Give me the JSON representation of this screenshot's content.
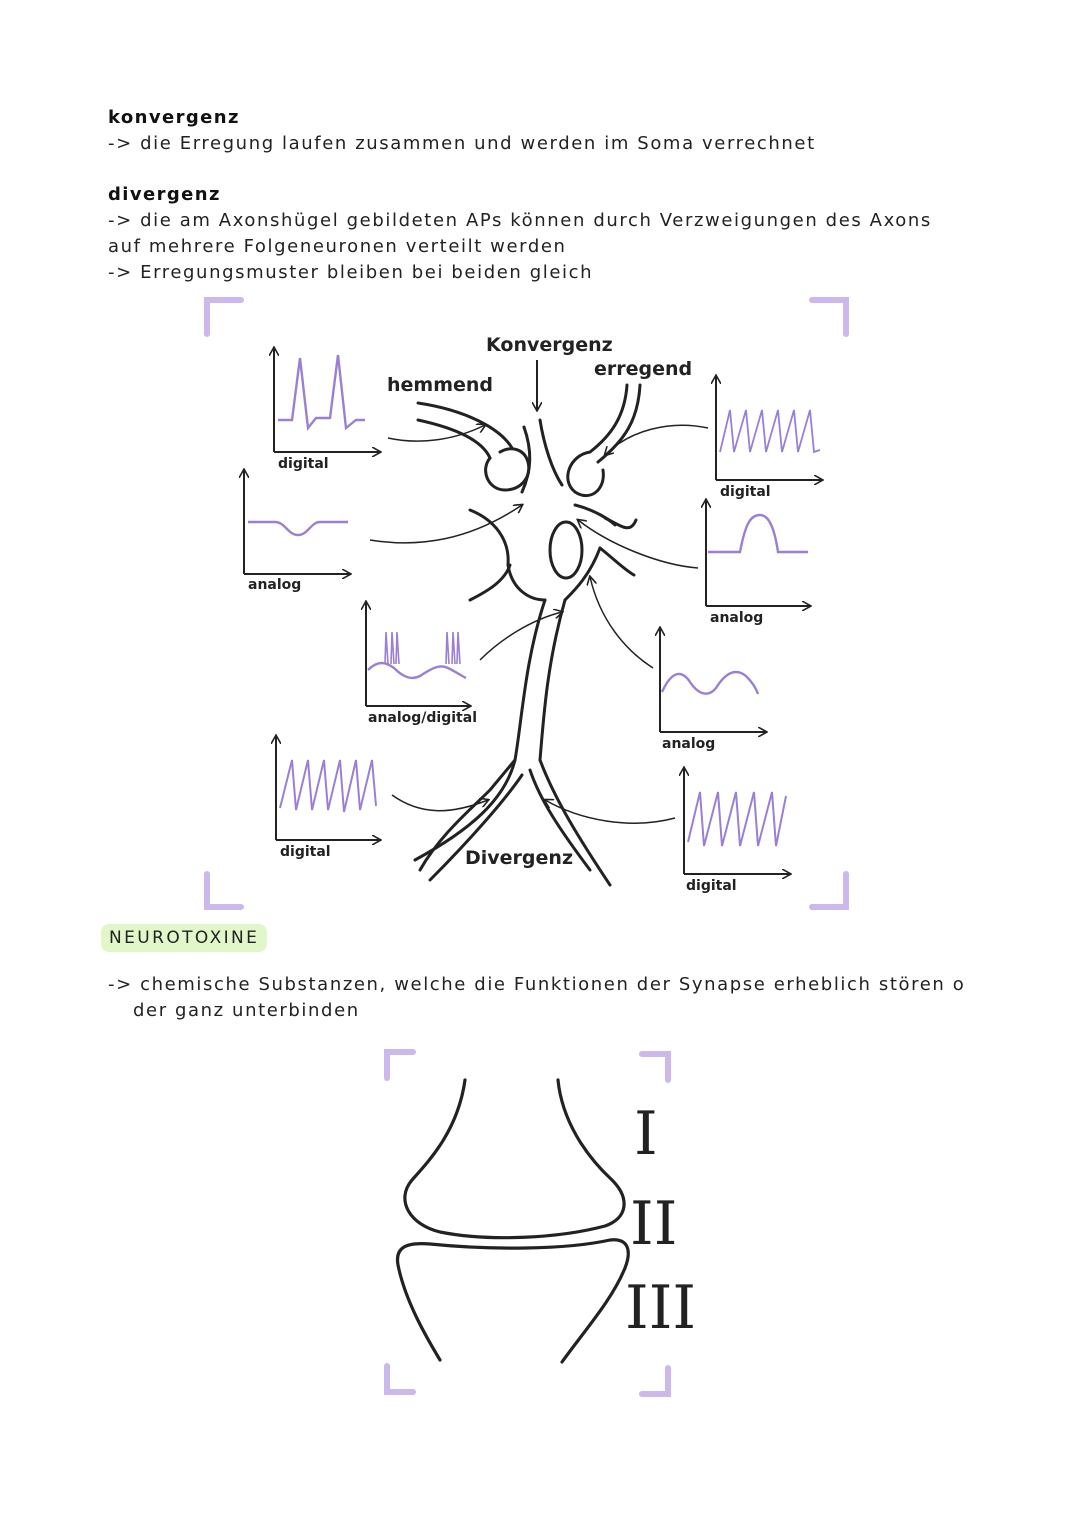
{
  "sections": {
    "konvergenz": {
      "heading": "konvergenz",
      "line1": "-> die Erregung laufen zusammen und werden im Soma verrechnet"
    },
    "divergenz": {
      "heading": "divergenz",
      "line1": "-> die am Axonshügel gebildeten APs können durch Verzweigungen des Axons",
      "line2": " auf mehrere Folgeneuronen verteilt werden",
      "line3": "-> Erregungsmuster bleiben bei beiden gleich"
    },
    "neurotoxine": {
      "tag": "NEUROTOXINE",
      "line1": "-> chemische Substanzen, welche die Funktionen der Synapse erheblich stören o",
      "line2": "der ganz unterbinden"
    }
  },
  "diagram_neuron": {
    "title_top": "Konvergenz",
    "label_inhibit": "hemmend",
    "label_excite": "erregend",
    "title_bottom": "Divergenz",
    "graph_labels": {
      "digital": "digital",
      "analog": "analog",
      "analog_digital": "analog/digital"
    }
  },
  "diagram_synapse": {
    "roman": [
      "I",
      "II",
      "III"
    ]
  },
  "colors": {
    "accent_purple": "#9b7fd4",
    "frame_corner": "#cbb8ec",
    "highlight_green": "#e2f7c9",
    "ink": "#222222"
  }
}
